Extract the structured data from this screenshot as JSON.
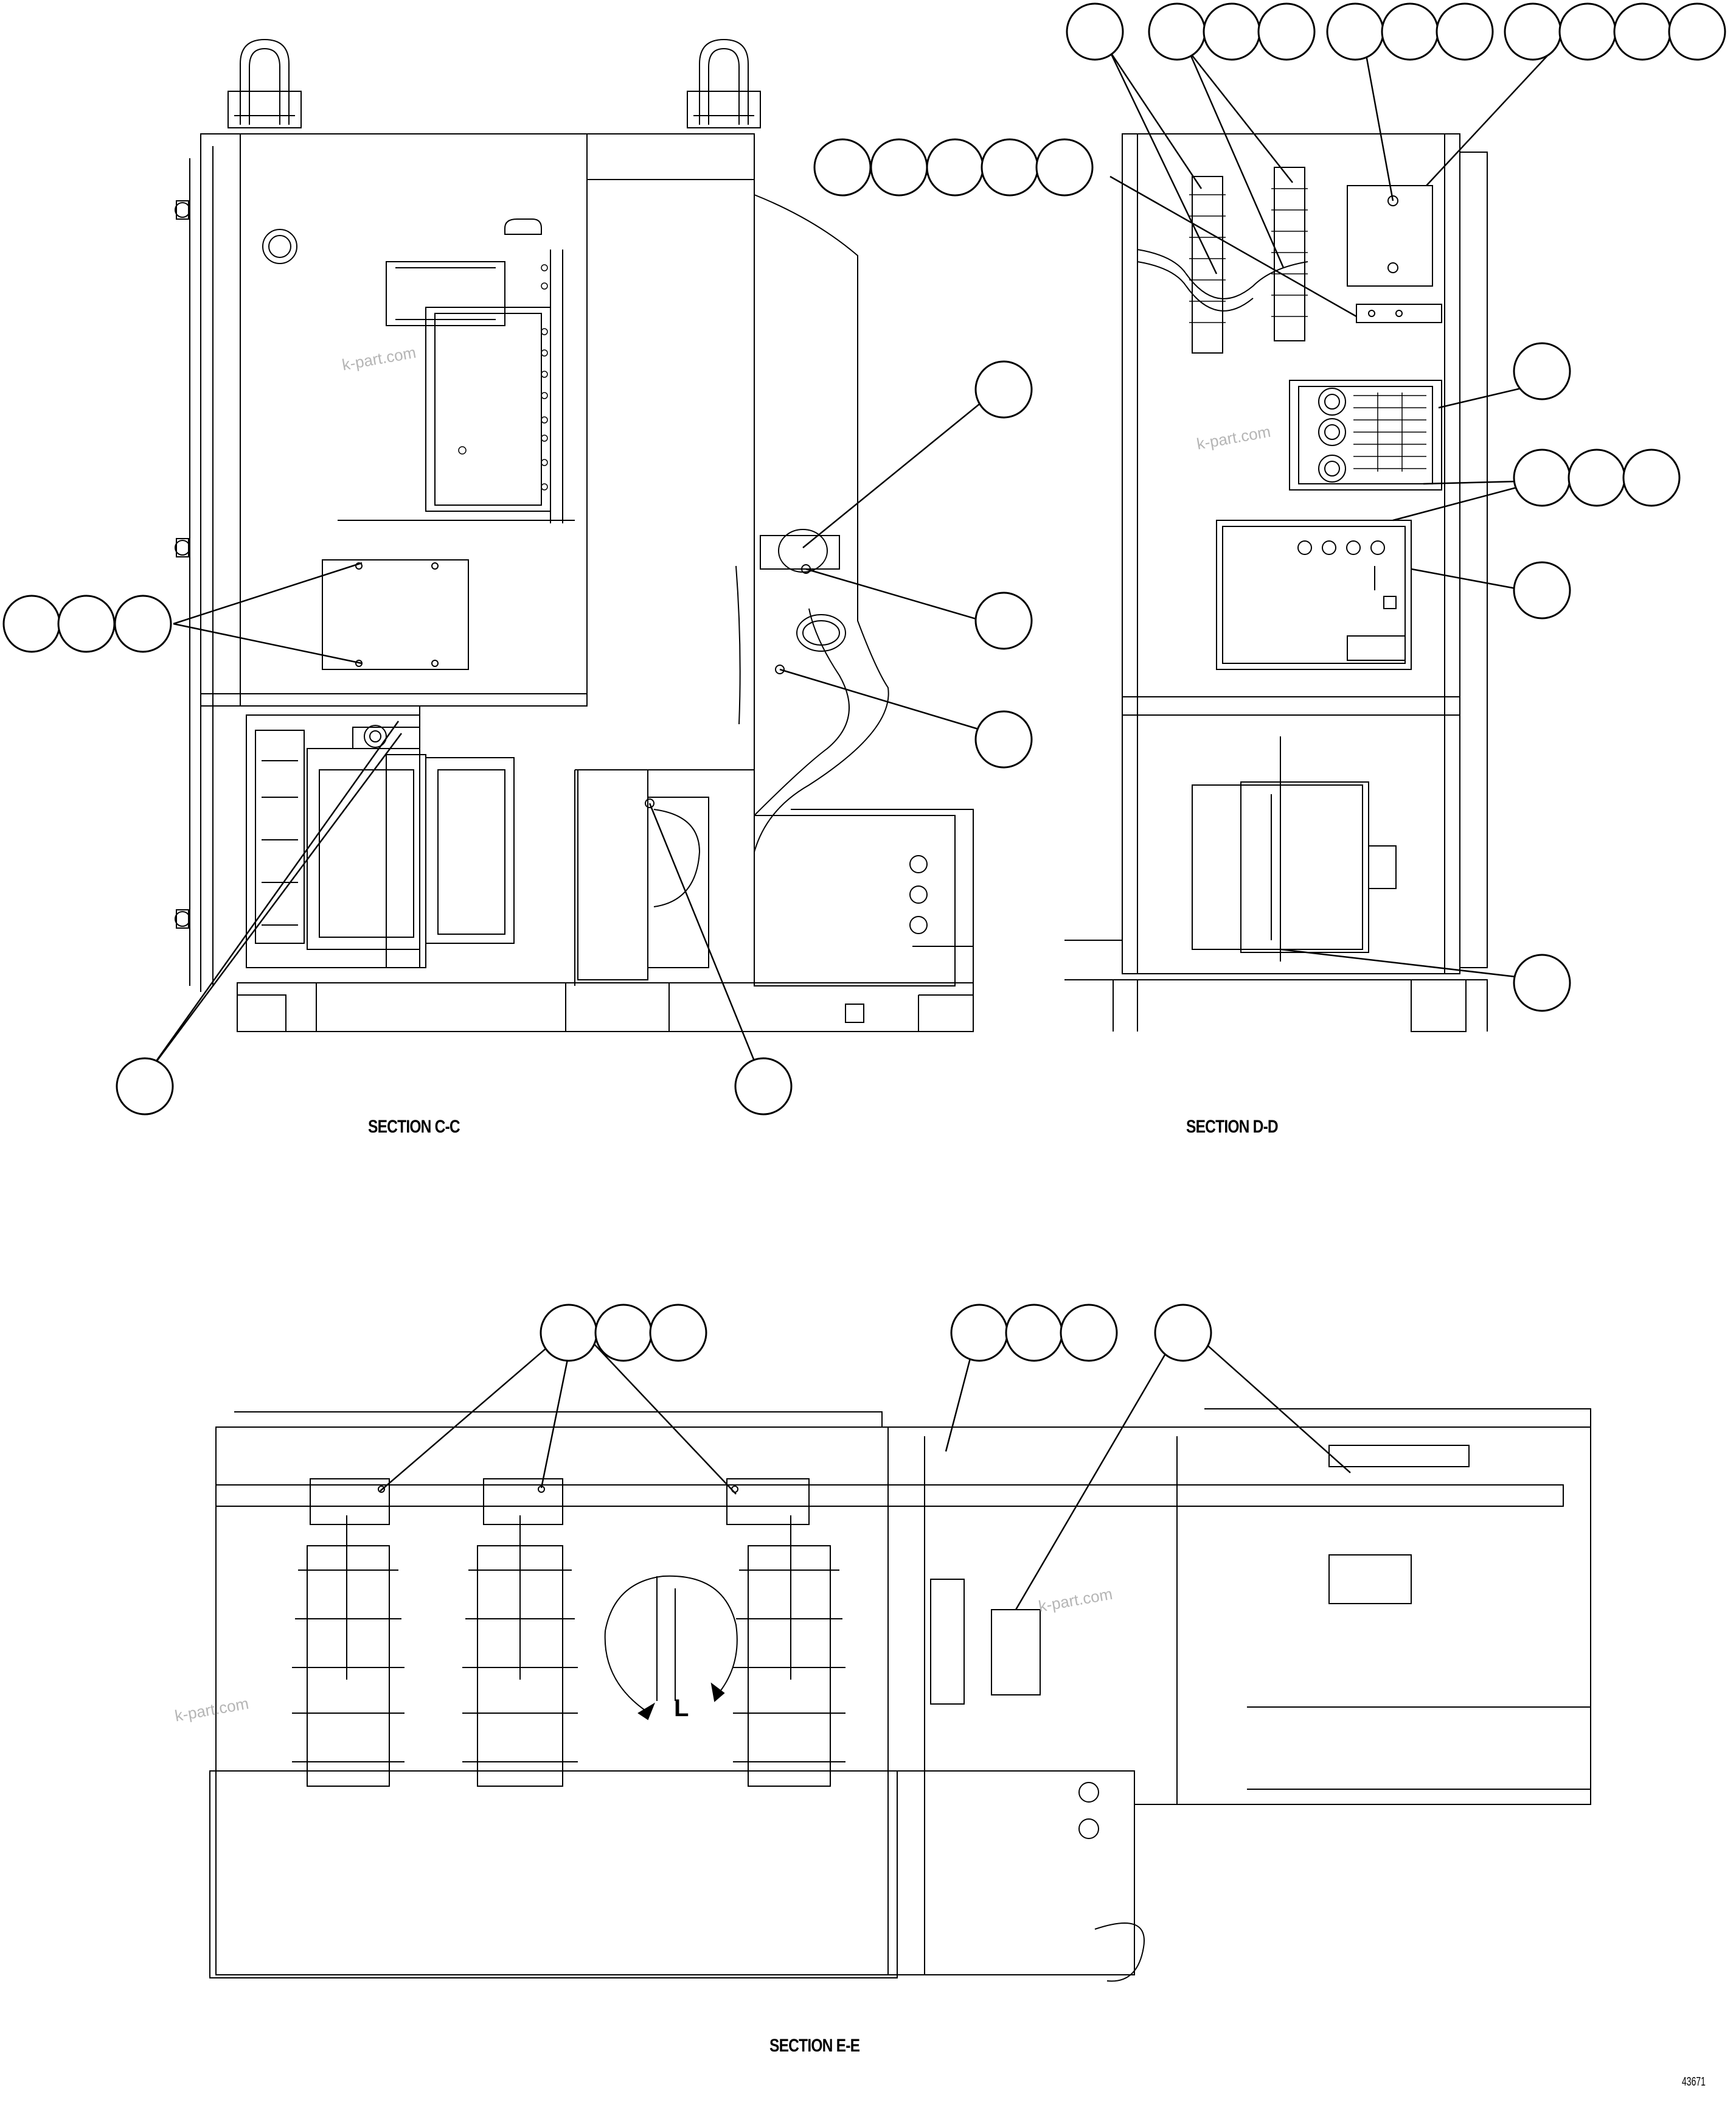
{
  "sections": {
    "c": "SECTION C-C",
    "d": "SECTION D-D",
    "e": "SECTION E-E"
  },
  "rotation_label": "L",
  "watermark": "k-part.com",
  "document_number": "43671",
  "colors": {
    "line": "#000000",
    "thin_line": "#333333",
    "watermark": "#b5b5b5"
  }
}
